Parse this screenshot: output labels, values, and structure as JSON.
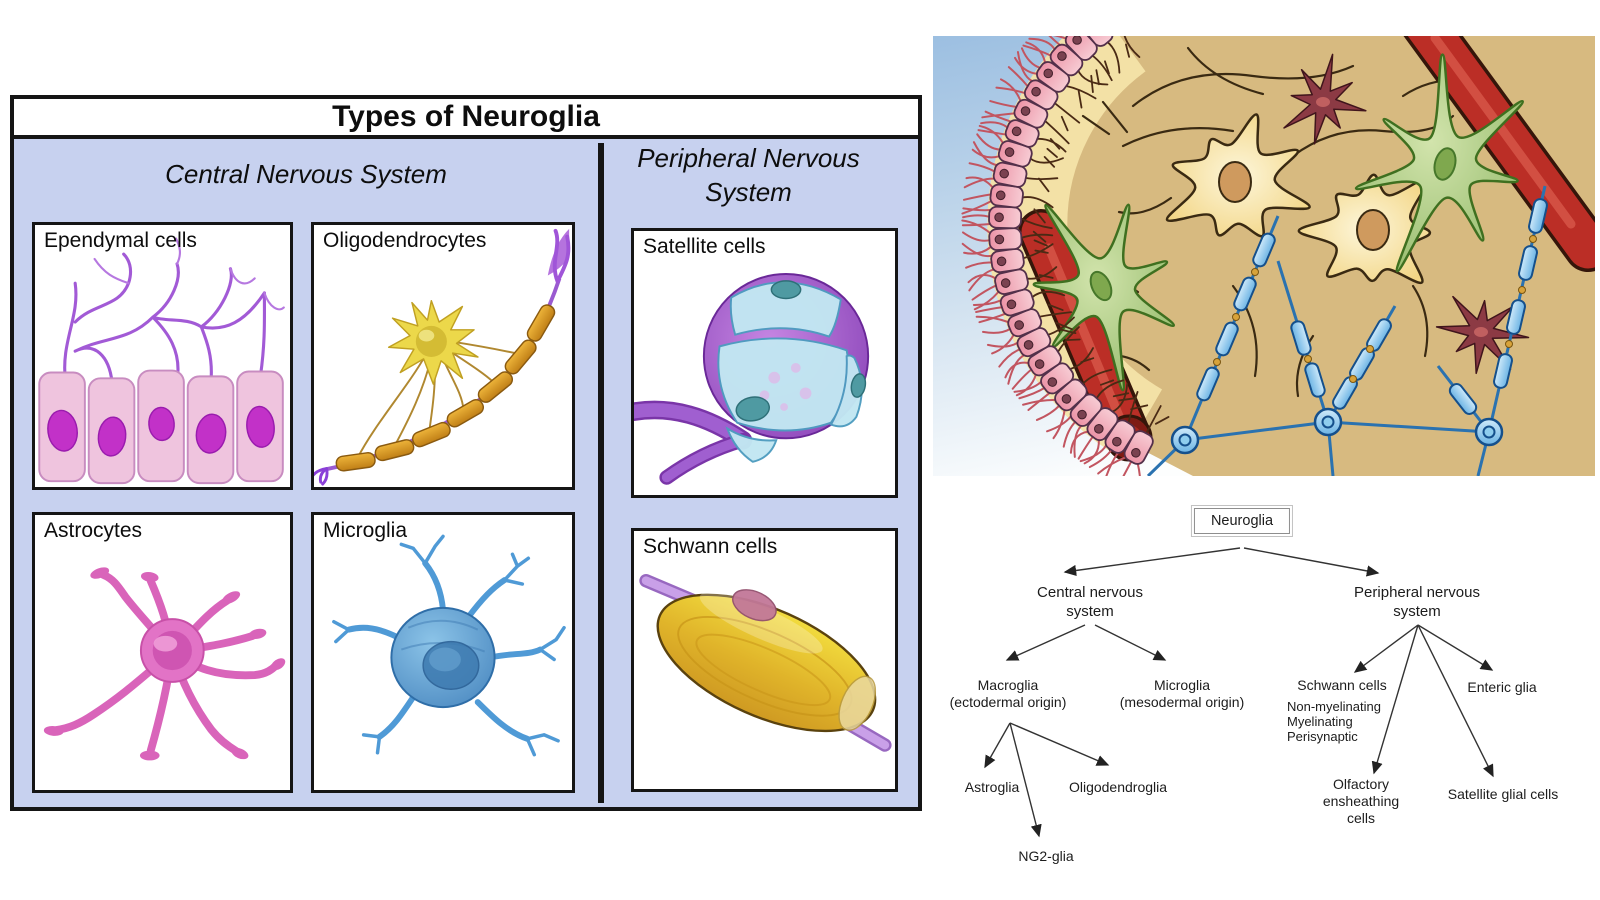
{
  "figure_table": {
    "title": "Types of Neuroglia",
    "columns": [
      {
        "header": "Central Nervous System",
        "cells": [
          "Ependymal cells",
          "Oligodendrocytes",
          "Astrocytes",
          "Microglia"
        ]
      },
      {
        "header": "Peripheral Nervous System",
        "cells": [
          "Satellite cells",
          "Schwann cells"
        ]
      }
    ],
    "colors": {
      "body_bg": "#c7d1ef",
      "header_bg": "#ffffff",
      "border": "#151515",
      "cell_bg": "#ffffff"
    }
  },
  "illustration": {
    "parts": [
      "ependymal-cell-layer",
      "neurons",
      "astrocytes",
      "blood-vessels",
      "microglia",
      "oligodendrocyte-myelin-network"
    ],
    "colors": {
      "sky_top": "#9cbfe1",
      "sky_bottom": "#fdfefe",
      "tissue": "#d7ba80",
      "tissue_halo": "#f4e3a8",
      "neuron_body": "#f7e3a2",
      "neuron_nucleus": "#cf9a5e",
      "astrocyte_green": "#a8c87c",
      "vessel_red": "#bb2e26",
      "microglia_maroon": "#8c3a44",
      "oligodendrocyte_blue": "#7cc0ea",
      "myelin_node_gold": "#d8a33a",
      "ependymal_pink": "#f2aebc",
      "cilia_red": "#c25560",
      "outline_brown": "#3a2a12"
    }
  },
  "flowchart": {
    "root": "Neuroglia",
    "nodes": {
      "cns": {
        "lines": [
          "Central nervous",
          "system"
        ]
      },
      "pns": {
        "lines": [
          "Peripheral nervous",
          "system"
        ]
      },
      "macroglia": {
        "lines": [
          "Macroglia",
          "(ectodermal origin)"
        ]
      },
      "microglia": {
        "lines": [
          "Microglia",
          "(mesodermal origin)"
        ]
      },
      "astroglia": "Astroglia",
      "oligodendroglia": "Oligodendroglia",
      "ng2": "NG2-glia",
      "schwann": {
        "label": "Schwann cells",
        "subtypes": [
          "Non-myelinating",
          "Myelinating",
          "Perisynaptic"
        ]
      },
      "enteric": "Enteric glia",
      "olfactory": {
        "lines": [
          "Olfactory",
          "ensheathing",
          "cells"
        ]
      },
      "satellite_glial": "Satellite glial cells"
    }
  }
}
